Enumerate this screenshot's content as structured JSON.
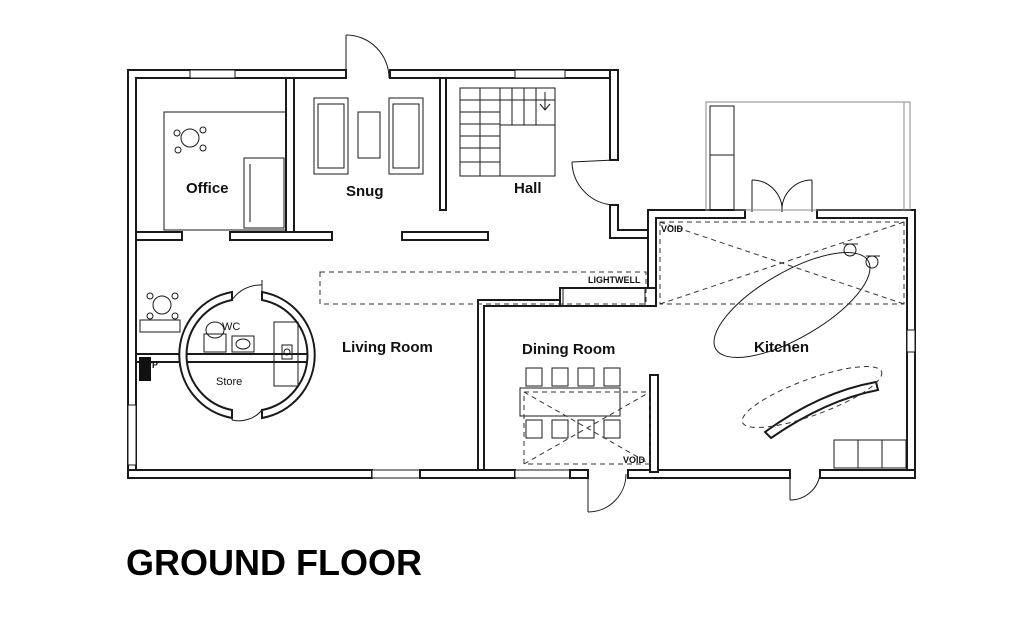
{
  "plan": {
    "title": "GROUND FLOOR",
    "rooms": {
      "office": "Office",
      "snug": "Snug",
      "hall": "Hall",
      "living_room": "Living Room",
      "dining_room": "Dining Room",
      "kitchen": "Kitchen",
      "wc": "WC",
      "store": "Store"
    },
    "annotations": {
      "lightwell": "LIGHTWELL",
      "void_top": "VOID",
      "void_bottom": "VOID",
      "svp": "SVP"
    }
  }
}
